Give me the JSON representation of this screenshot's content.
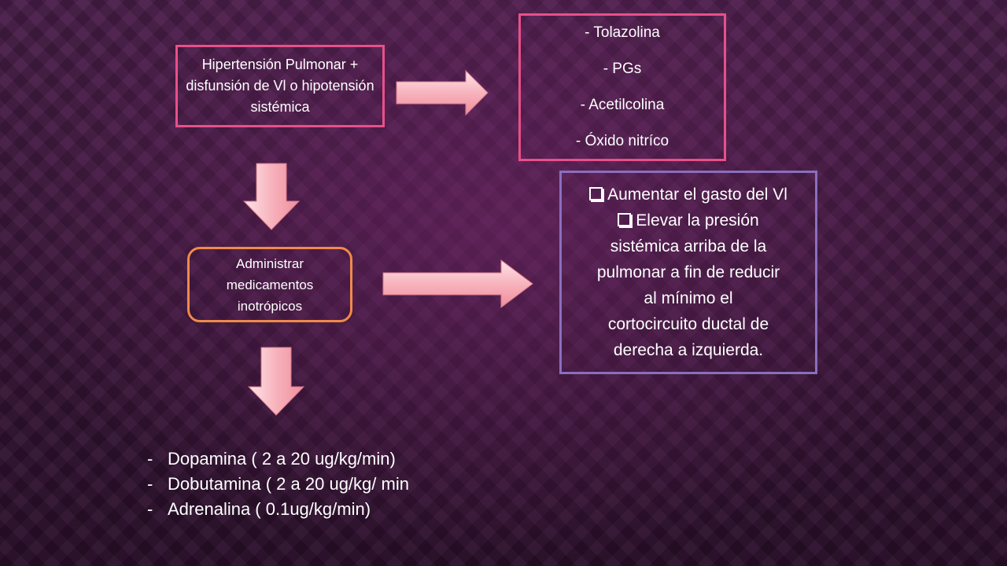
{
  "problem_box": {
    "text": "Hipertensión Pulmonar + disfunsión de Vl o hipotensión sistémica"
  },
  "vasodilators": {
    "items": [
      "-   Tolazolina",
      "-   PGs",
      "-   Acetilcolina",
      "-   Óxido nitríco"
    ]
  },
  "inotropic_box": {
    "text": "Administrar medicamentos inotrópicos"
  },
  "goals": {
    "item_1": "Aumentar el gasto del Vl",
    "item_2_lines": [
      "Elevar la presión",
      "sistémica arriba de la",
      "pulmonar a fin de reducir",
      "al mínimo el",
      "cortocircuito ductal de",
      "derecha a izquierda."
    ]
  },
  "drugs": {
    "items": [
      "Dopamina ( 2 a 20 ug/kg/min)",
      "Dobutamina ( 2 a 20 ug/kg/ min",
      "Adrenalina ( 0.1ug/kg/min)"
    ]
  },
  "colors": {
    "pink_border": "#e8508a",
    "orange_border": "#f08a4a",
    "purple_border": "#8a6fbf",
    "arrow_fill": "#f7b3bd"
  }
}
